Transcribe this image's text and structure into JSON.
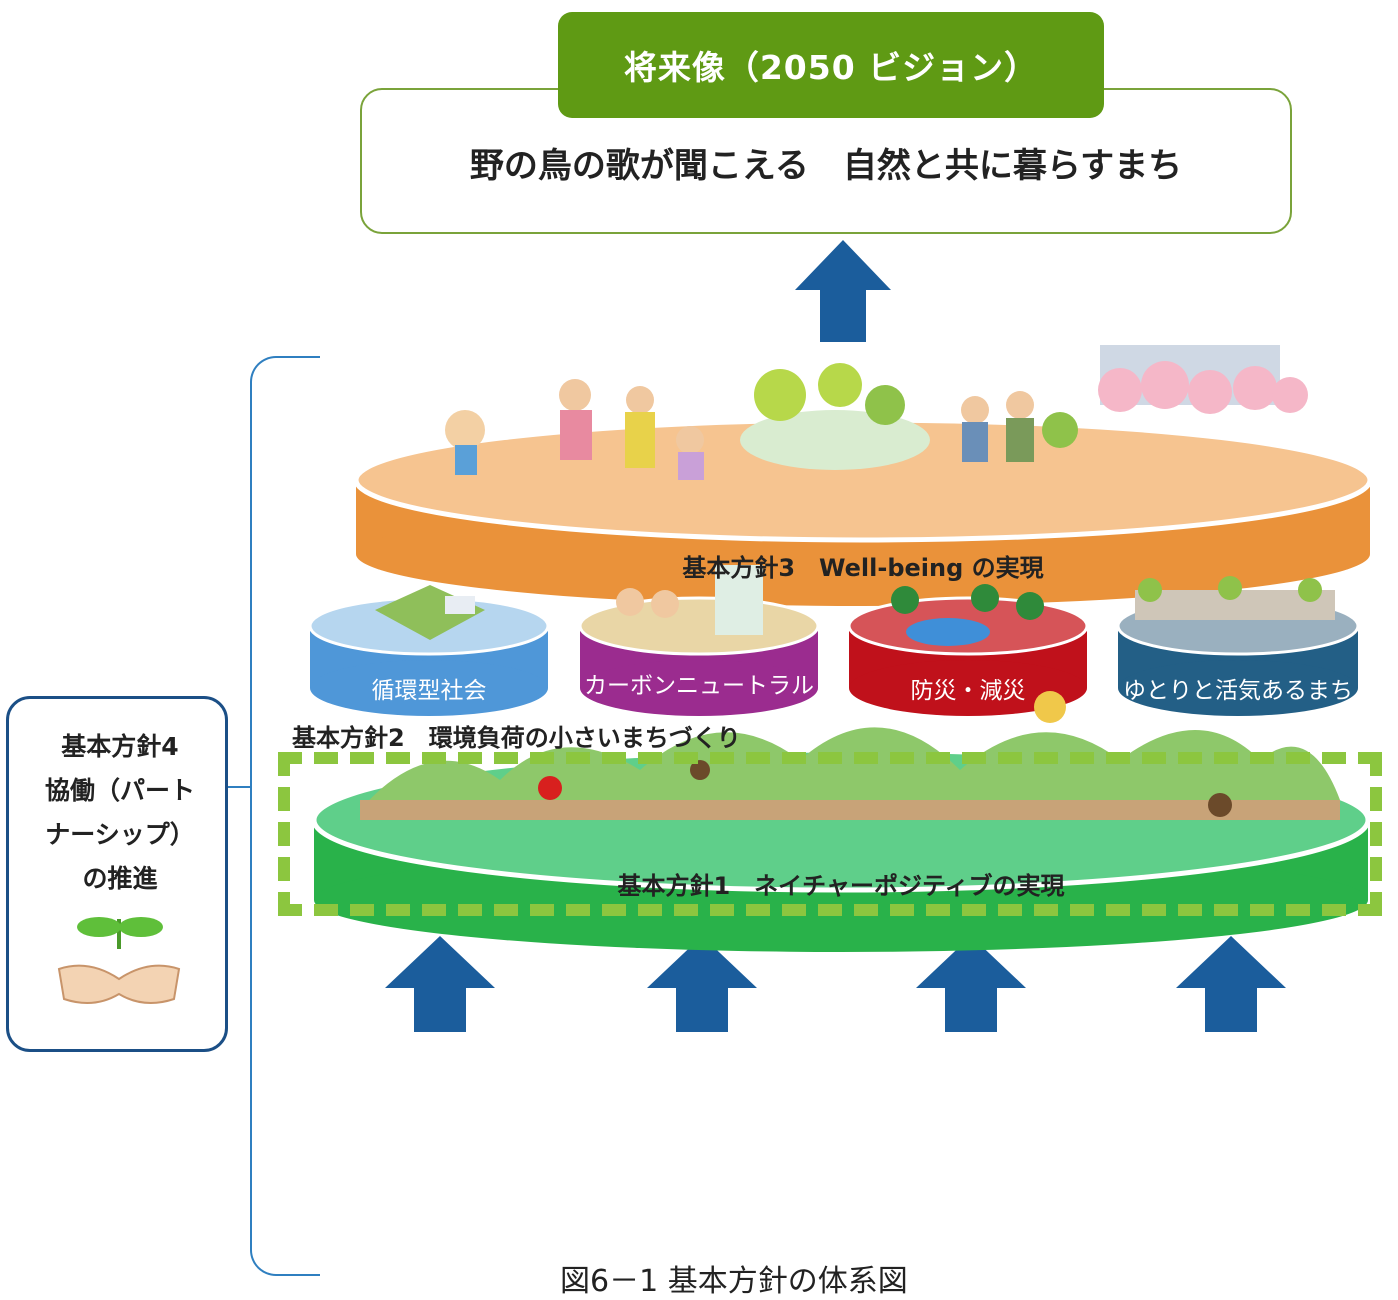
{
  "vision": {
    "tab_label": "将来像（2050 ビジョン）",
    "statement": "野の鳥の歌が聞こえる　自然と共に暮らすまち"
  },
  "policy3": {
    "label": "基本方針3　Well-being の実現"
  },
  "policy2": {
    "label": "基本方針2　環境負荷の小さいまちづくり",
    "items": [
      {
        "label": "循環型社会",
        "color": "#4f97d8"
      },
      {
        "label": "カーボンニュートラル",
        "color": "#9b2c8f"
      },
      {
        "label": "防災・減災",
        "color": "#c0111b"
      },
      {
        "label": "ゆとりと活気あるまち",
        "color": "#235f86"
      }
    ]
  },
  "policy1": {
    "label": "基本方針1　ネイチャーポジティブの実現"
  },
  "policy4": {
    "lines": [
      "基本方針4",
      "協働（パート",
      "ナーシップ）",
      "の推進"
    ]
  },
  "caption": "図6－1 基本方針の体系図",
  "colors": {
    "vision_green": "#5f9a14",
    "arrow_blue": "#1b5d9c",
    "policy3_orange": "#ea923a",
    "policy1_green": "#29b24a",
    "dash_green": "#8cc63f"
  }
}
